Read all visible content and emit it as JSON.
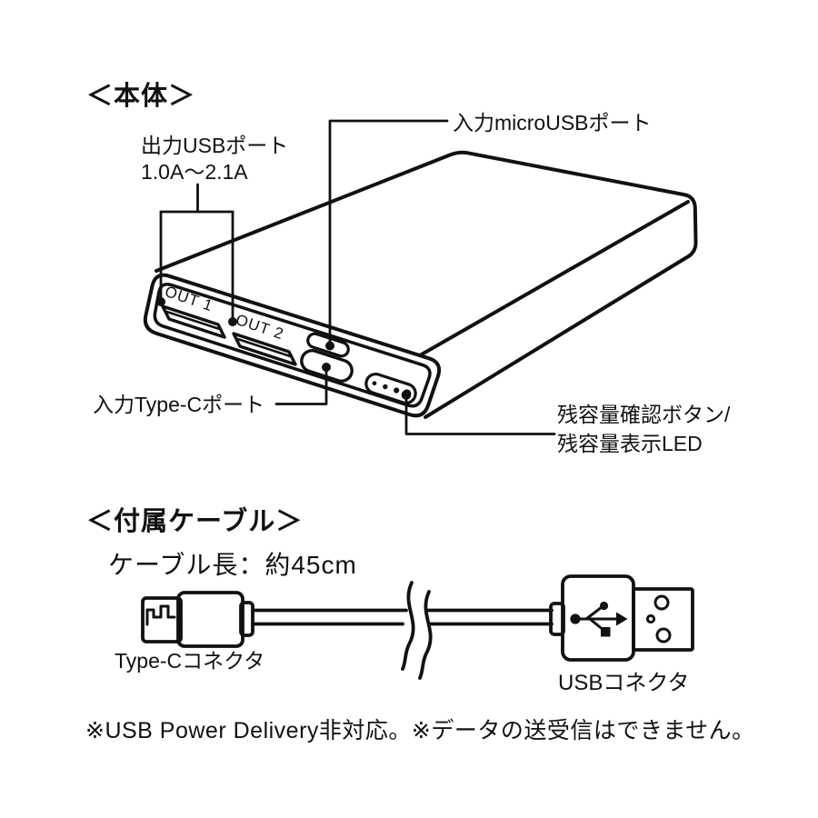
{
  "colors": {
    "ink": "#111111",
    "background": "#ffffff"
  },
  "main_unit": {
    "section_title": "＜本体＞",
    "labels": {
      "output_usb_line1": "出力USBポート",
      "output_usb_line2": "1.0A〜2.1A",
      "input_micro_usb": "入力microUSBポート",
      "input_type_c": "入力Type-Cポート",
      "battery_check_line1": "残容量確認ボタン/",
      "battery_check_line2": "残容量表示LED"
    },
    "port_tags": {
      "out1": "OUT 1",
      "out2": "OUT 2"
    }
  },
  "cable": {
    "section_title": "＜付属ケーブル＞",
    "length_label": "ケーブル長：約45cm",
    "type_c_connector_label": "Type-Cコネクタ",
    "usb_connector_label": "USBコネクタ"
  },
  "footnote": "※USB Power Delivery非対応。※データの送受信はできません。"
}
